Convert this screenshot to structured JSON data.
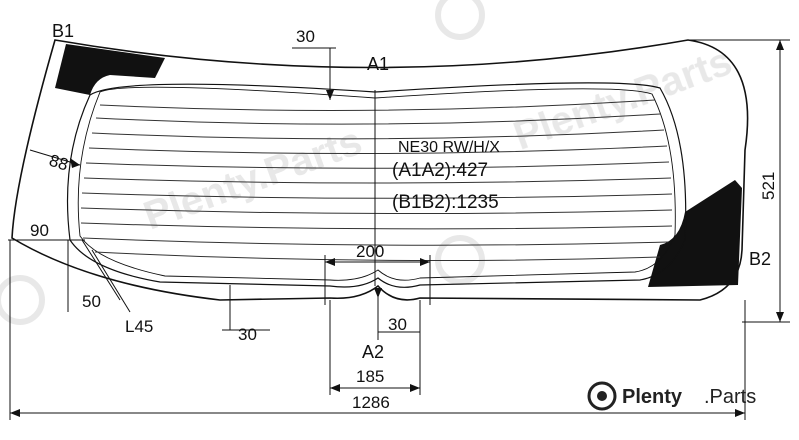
{
  "labels": {
    "b1": "B1",
    "a1": "A1",
    "a2": "A2",
    "b2": "B2"
  },
  "dimensions": {
    "top_30": "30",
    "left_88": "88",
    "left_90": "90",
    "left_50": "50",
    "l45": "L45",
    "bottom_30_left": "30",
    "center_200": "200",
    "center_30": "30",
    "height_521": "521",
    "width_185": "185",
    "width_1286": "1286"
  },
  "info": {
    "model": "NE30 RW/H/X",
    "a1a2": "(A1A2):427",
    "b1b2": "(B1B2):1235"
  },
  "brand": {
    "name": "Plenty",
    "ext": ".Parts"
  },
  "colors": {
    "line": "#111111",
    "frit": "#111111",
    "heater": "#333333",
    "watermark": "#e6e6e6"
  }
}
